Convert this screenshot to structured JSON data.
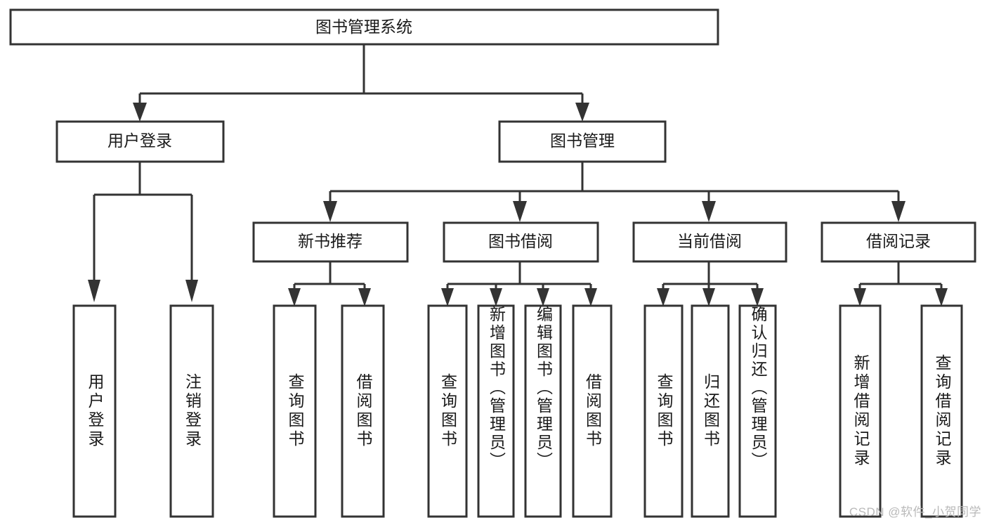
{
  "diagram": {
    "type": "tree-hierarchy",
    "orientation": "top-down",
    "root": {
      "id": "root",
      "label": "图书管理系统"
    },
    "level2": [
      {
        "id": "user-login",
        "label": "用户登录"
      },
      {
        "id": "book-manage",
        "label": "图书管理"
      }
    ],
    "level3": [
      {
        "id": "new-book-recommend",
        "label": "新书推荐",
        "parent": "book-manage"
      },
      {
        "id": "book-borrow",
        "label": "图书借阅",
        "parent": "book-manage"
      },
      {
        "id": "current-borrow",
        "label": "当前借阅",
        "parent": "book-manage"
      },
      {
        "id": "borrow-record",
        "label": "借阅记录",
        "parent": "book-manage"
      }
    ],
    "leaves": {
      "user-login": [
        {
          "id": "leaf-user-login",
          "label": "用户登录"
        },
        {
          "id": "leaf-logout",
          "label": "注销登录"
        }
      ],
      "new-book-recommend": [
        {
          "id": "leaf-query-book-1",
          "label": "查询图书"
        },
        {
          "id": "leaf-borrow-book-1",
          "label": "借阅图书"
        }
      ],
      "book-borrow": [
        {
          "id": "leaf-query-book-2",
          "label": "查询图书"
        },
        {
          "id": "leaf-add-book",
          "label": "新增图书（管理员）"
        },
        {
          "id": "leaf-edit-book",
          "label": "编辑图书（管理员）"
        },
        {
          "id": "leaf-borrow-book-2",
          "label": "借阅图书"
        }
      ],
      "current-borrow": [
        {
          "id": "leaf-query-book-3",
          "label": "查询图书"
        },
        {
          "id": "leaf-return-book",
          "label": "归还图书"
        },
        {
          "id": "leaf-confirm-return",
          "label": "确认归还（管理员）"
        }
      ],
      "borrow-record": [
        {
          "id": "leaf-add-record",
          "label": "新增借阅记录"
        },
        {
          "id": "leaf-query-record",
          "label": "查询借阅记录"
        }
      ]
    }
  },
  "watermark": {
    "text": "CSDN @软件_小贺同学"
  },
  "colors": {
    "stroke": "#333333",
    "fill": "#ffffff",
    "text": "#1a1a1a",
    "watermark": "#b9b9b9"
  }
}
